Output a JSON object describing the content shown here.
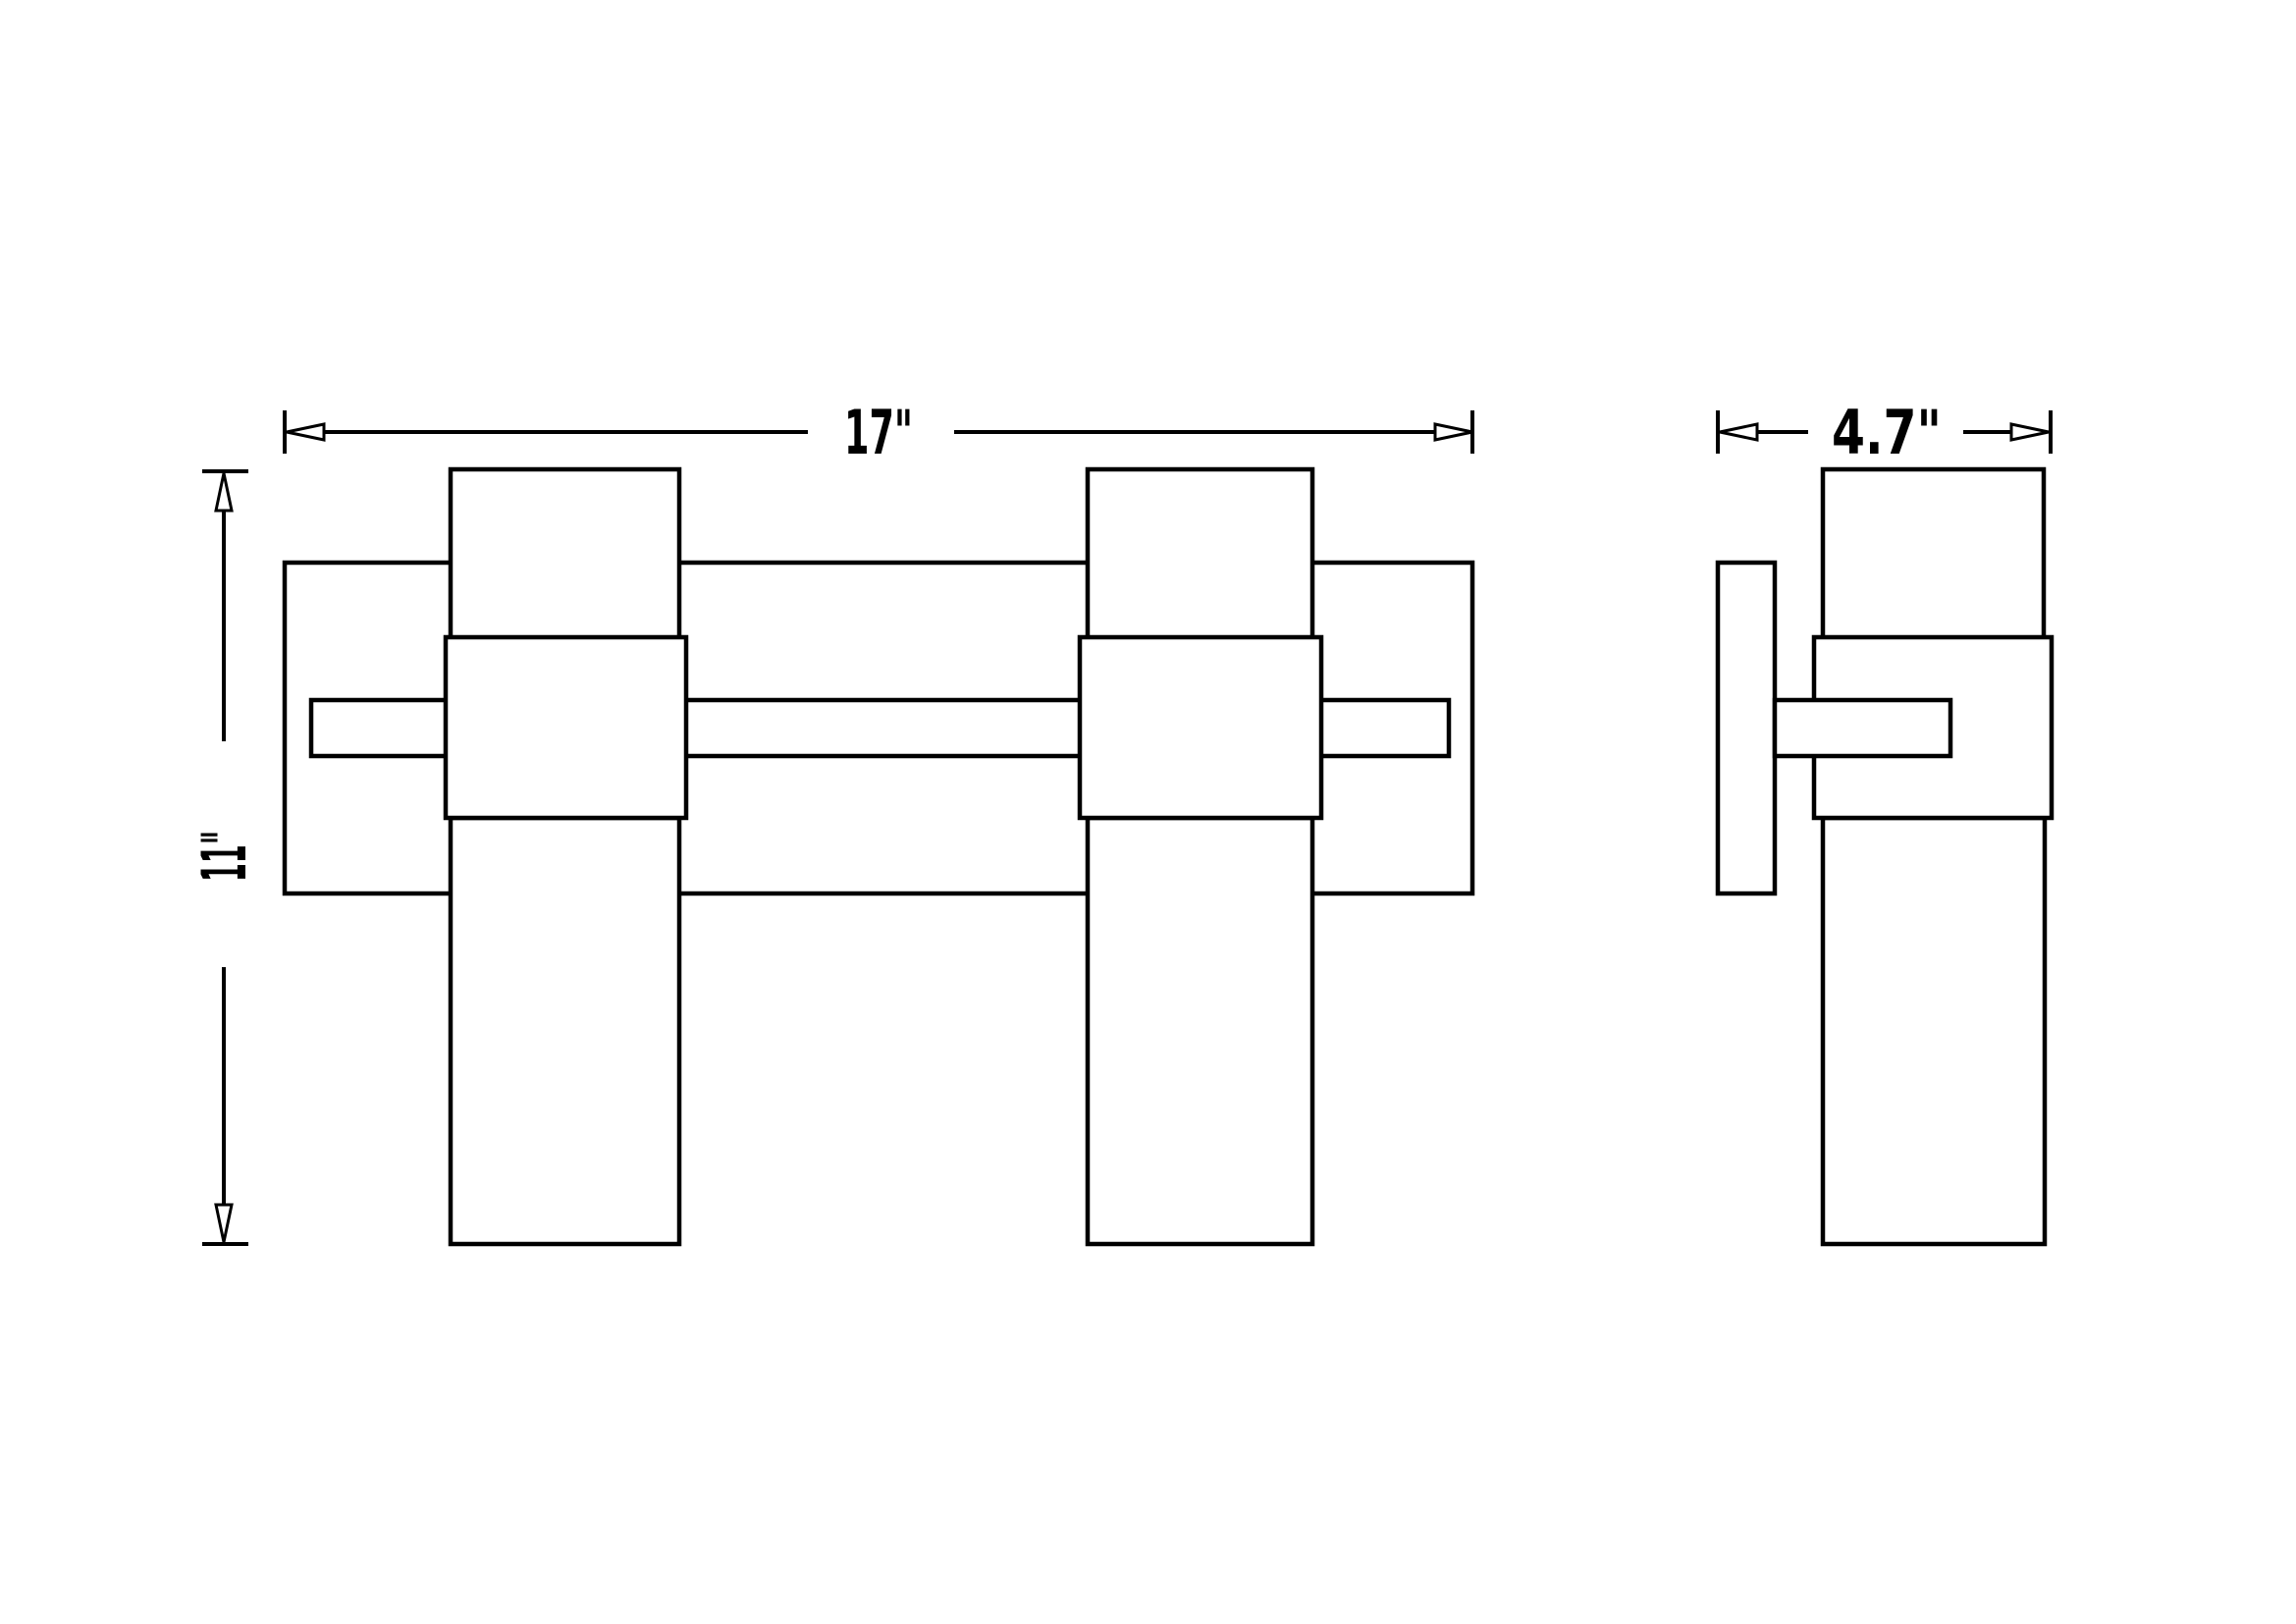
{
  "drawing": {
    "background_color": "#ffffff",
    "line_color": "#000000",
    "dimension_labels": {
      "width": "17\"",
      "depth": "4.7\"",
      "height": "11\""
    }
  }
}
